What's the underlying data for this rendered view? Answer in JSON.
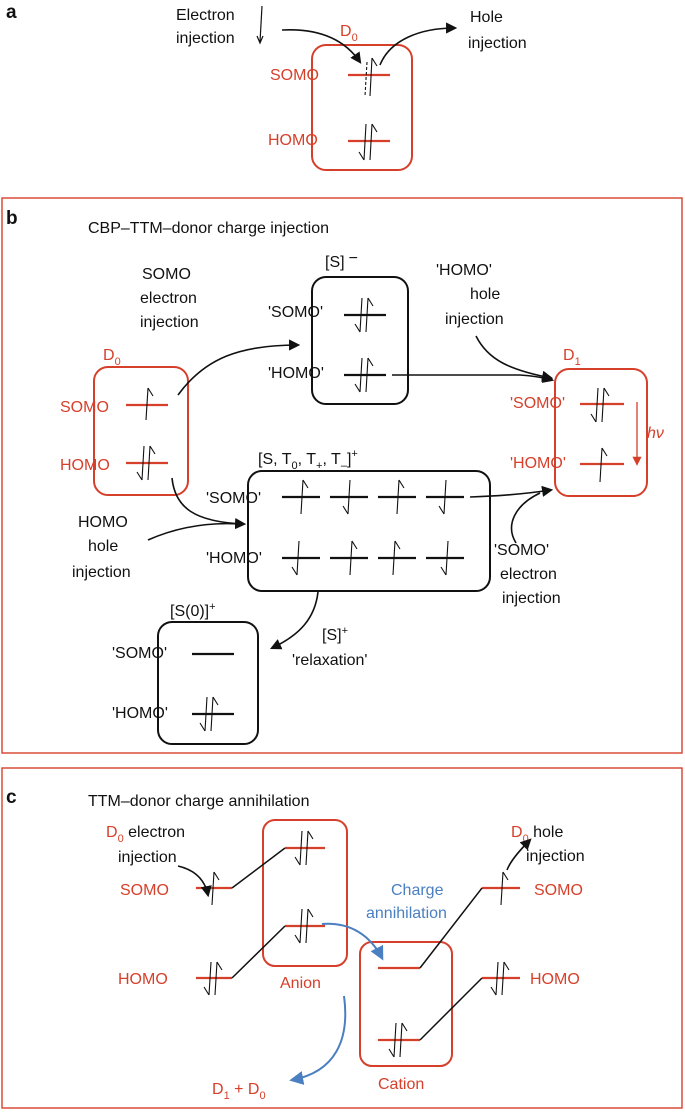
{
  "colors": {
    "red": "#d6402b",
    "black": "#111111",
    "blue": "#4a7fc1"
  },
  "panel_a": {
    "letter": "a",
    "electron_injection": [
      "Electron",
      "injection"
    ],
    "hole_injection": [
      "Hole",
      "injection"
    ],
    "state": "D",
    "state_sub": "0",
    "somo": "SOMO",
    "homo": "HOMO"
  },
  "panel_b": {
    "letter": "b",
    "title": "CBP–TTM–donor charge injection",
    "d0": "D",
    "d0_sub": "0",
    "d1": "D",
    "d1_sub": "1",
    "somo": "SOMO",
    "homo": "HOMO",
    "q_somo": "'SOMO'",
    "q_homo": "'HOMO'",
    "anion_label": "[S]",
    "anion_sup": "−",
    "somo_electron_injection": [
      "SOMO",
      "electron",
      "injection"
    ],
    "homo_hole_injection_q": [
      "'HOMO'",
      "hole",
      "injection"
    ],
    "homo_hole_injection": [
      "HOMO",
      "hole",
      "injection"
    ],
    "somo_electron_injection_q": [
      "'SOMO'",
      "electron",
      "injection"
    ],
    "cation_label_parts": [
      "[S, T",
      "0",
      ", T",
      "+",
      ", T",
      "–",
      "]",
      "+"
    ],
    "s0_label": "[S(0)]",
    "s0_sup": "+",
    "relaxation": [
      "[S]",
      "+",
      "'relaxation'"
    ],
    "hv": "hν"
  },
  "panel_c": {
    "letter": "c",
    "title": "TTM–donor charge annihilation",
    "d0_electron_injection": [
      "D",
      "0",
      " electron",
      "injection"
    ],
    "d0_hole_injection": [
      "D",
      "0",
      " hole",
      "injection"
    ],
    "somo": "SOMO",
    "homo": "HOMO",
    "anion": "Anion",
    "cation": "Cation",
    "charge_annihilation": [
      "Charge",
      "annihilation"
    ],
    "product": [
      "D",
      "1",
      " + D",
      "0"
    ]
  }
}
